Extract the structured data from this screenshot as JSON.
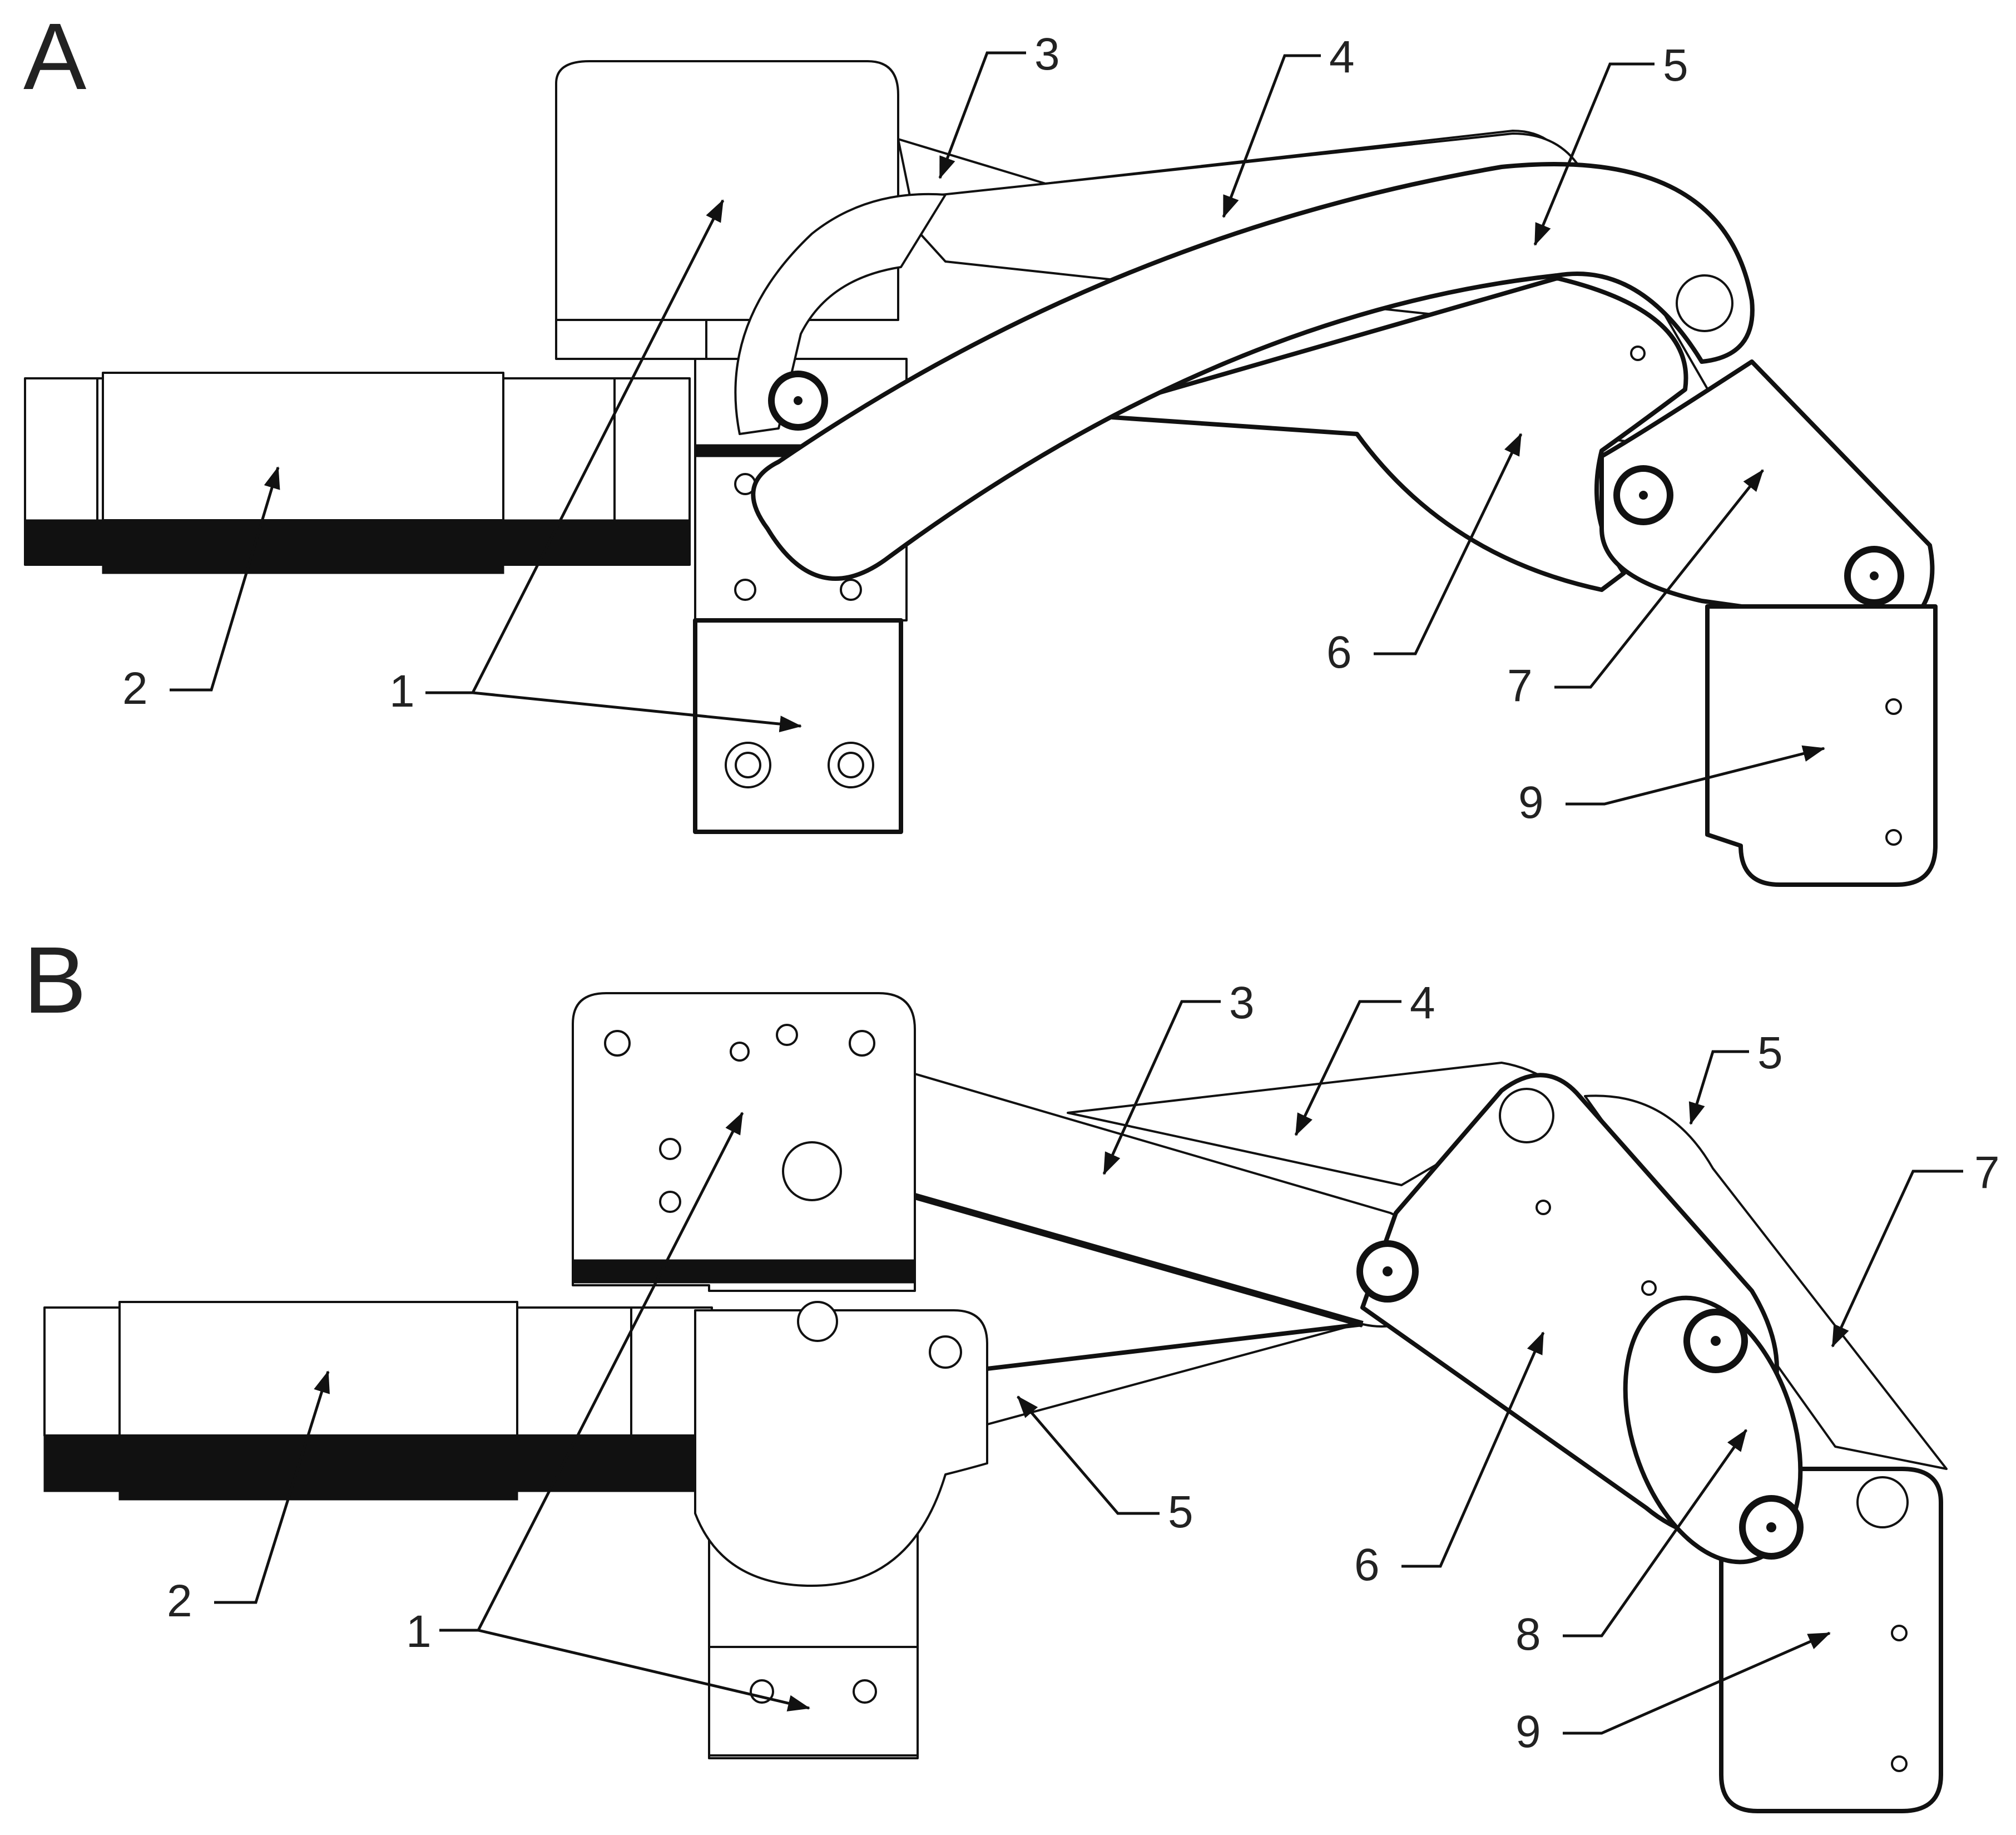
{
  "panels": [
    {
      "letter": "A",
      "callouts": [
        {
          "key": "p1",
          "label": "1"
        },
        {
          "key": "p2",
          "label": "2"
        },
        {
          "key": "p3",
          "label": "3"
        },
        {
          "key": "p4",
          "label": "4"
        },
        {
          "key": "p5",
          "label": "5"
        },
        {
          "key": "p6",
          "label": "6"
        },
        {
          "key": "p7",
          "label": "7"
        },
        {
          "key": "p9",
          "label": "9"
        }
      ]
    },
    {
      "letter": "B",
      "callouts": [
        {
          "key": "p1",
          "label": "1"
        },
        {
          "key": "p2",
          "label": "2"
        },
        {
          "key": "p3",
          "label": "3"
        },
        {
          "key": "p4",
          "label": "4"
        },
        {
          "key": "p5top",
          "label": "5"
        },
        {
          "key": "p5bottom",
          "label": "5"
        },
        {
          "key": "p6",
          "label": "6"
        },
        {
          "key": "p7",
          "label": "7"
        },
        {
          "key": "p8",
          "label": "8"
        },
        {
          "key": "p9",
          "label": "9"
        }
      ]
    }
  ],
  "colors": {
    "line": "#111111",
    "text": "#222222",
    "background": "#ffffff"
  }
}
